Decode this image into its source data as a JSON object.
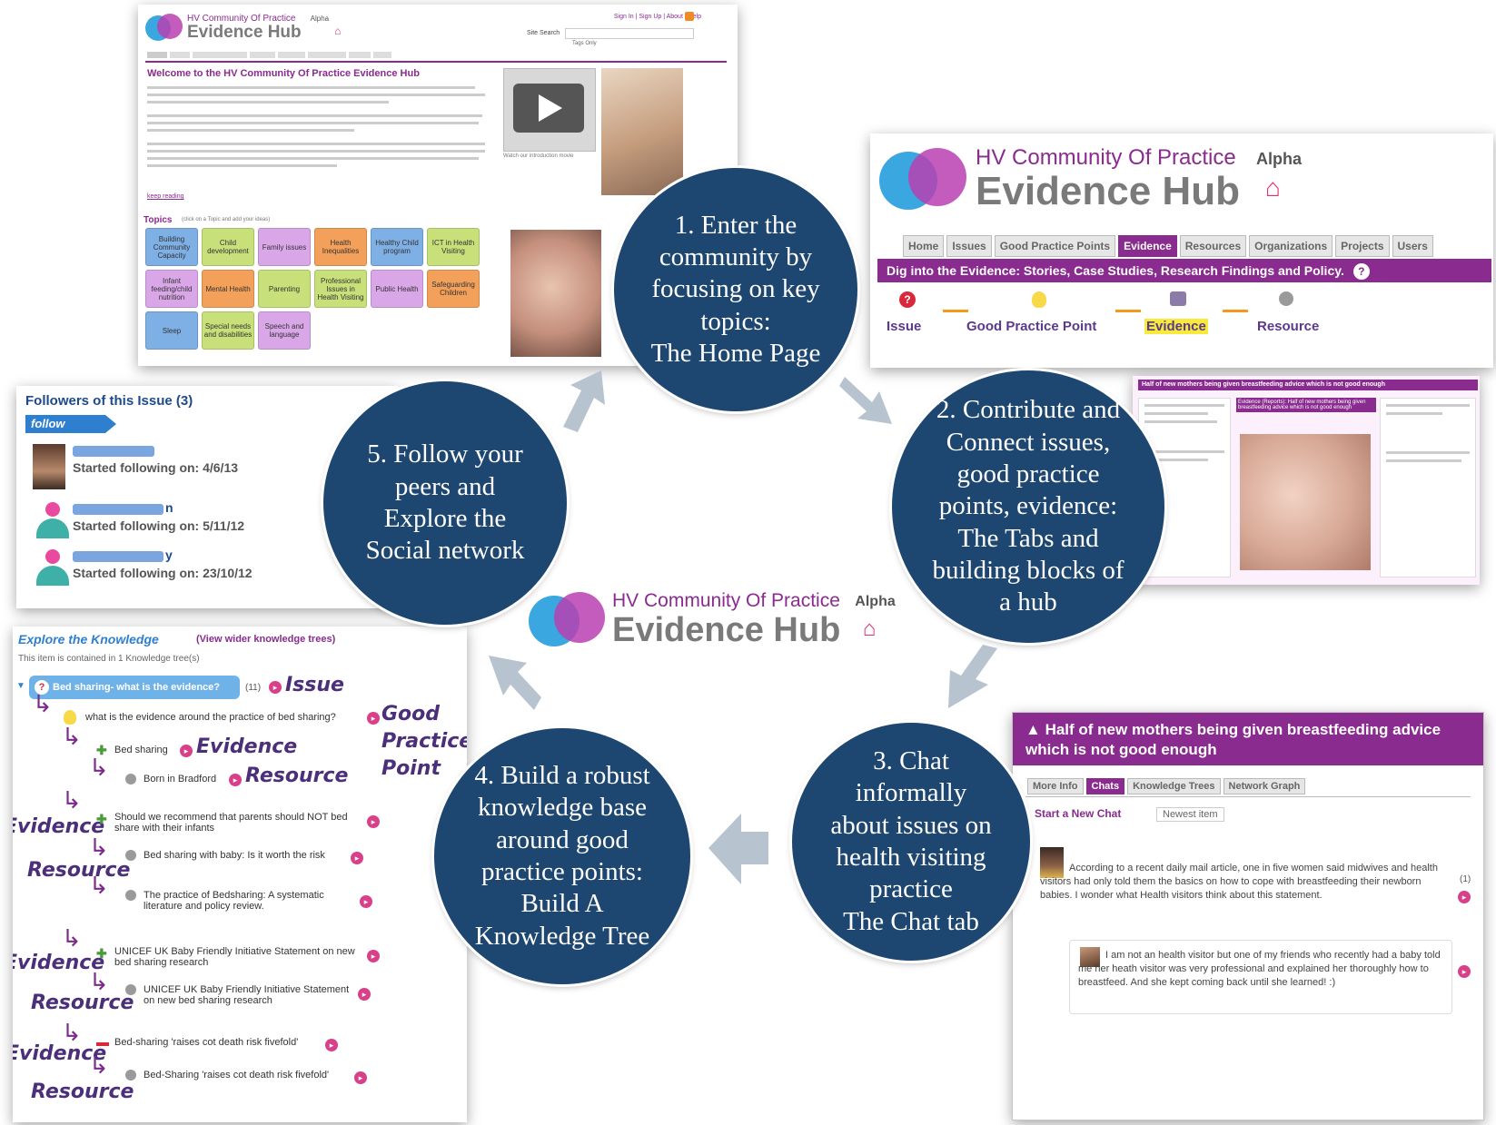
{
  "logo": {
    "community": "HV Community Of Practice",
    "hub": "Evidence Hub",
    "alpha": "Alpha"
  },
  "home_page": {
    "top_links": "Sign In | Sign Up | About | Help",
    "site_search": "Site Search",
    "tags_only": "Tags Only",
    "welcome_title": "Welcome to the HV Community Of Practice Evidence Hub",
    "keep_reading": "keep reading",
    "video_caption": "Watch our introduction movie",
    "topics_label": "Topics",
    "topics_hint": "(click on a Topic and add your ideas)",
    "topics": [
      {
        "label": "Building Community Capacity",
        "color": "#7eb0e6"
      },
      {
        "label": "Child development",
        "color": "#c7e07a"
      },
      {
        "label": "Family issues",
        "color": "#d9a7e8"
      },
      {
        "label": "Health Inequalities",
        "color": "#f3a15a"
      },
      {
        "label": "Healthy Child program",
        "color": "#7eb0e6"
      },
      {
        "label": "ICT in Health Visiting",
        "color": "#c7e07a"
      },
      {
        "label": "Infant feeding/child nutrition",
        "color": "#d9a7e8"
      },
      {
        "label": "Mental Health",
        "color": "#f3a15a"
      },
      {
        "label": "Parenting",
        "color": "#c7e07a"
      },
      {
        "label": "Professional Issues in Health Visiting",
        "color": "#c7e07a"
      },
      {
        "label": "Public Health",
        "color": "#d9a7e8"
      },
      {
        "label": "Safeguarding Children",
        "color": "#f3a15a"
      },
      {
        "label": "Sleep",
        "color": "#7eb0e6"
      },
      {
        "label": "Special needs and disabilities",
        "color": "#c7e07a"
      },
      {
        "label": "Speech and language",
        "color": "#d9a7e8"
      }
    ]
  },
  "tabs_panel": {
    "tabs": [
      "Home",
      "Issues",
      "Good Practice Points",
      "Evidence",
      "Resources",
      "Organizations",
      "Projects",
      "Users"
    ],
    "banner": "Dig into the Evidence: Stories, Case Studies, Research Findings and Policy.",
    "help": "?",
    "flow": [
      "Issue",
      "Good Practice Point",
      "Evidence",
      "Resource"
    ]
  },
  "followers": {
    "title": "Followers of this Issue (3)",
    "follow_button": "follow",
    "items": [
      {
        "name_suffix": "",
        "started": "Started following on: 4/6/13"
      },
      {
        "name_suffix": "n",
        "started": "Started following on: 5/11/12"
      },
      {
        "name_suffix": "y",
        "started": "Started following on: 23/10/12"
      }
    ]
  },
  "knowledge": {
    "title": "Explore the Knowledge",
    "wider": "(View wider knowledge trees)",
    "contained": "This item is contained in 1 Knowledge tree(s)",
    "root": "Bed sharing- what is the evidence?",
    "root_count": "(11)",
    "issue_label": "Issue",
    "gpp_question": "what is the evidence around the practice of bed sharing?",
    "gpp_label_1": "Good",
    "gpp_label_2": "Practice",
    "gpp_label_3": "Point",
    "evidence_label": "Evidence",
    "resource_label": "Resource",
    "items": [
      "Bed sharing",
      "Born in Bradford",
      "Should we recommend that parents should NOT bed share with their infants",
      "Bed sharing with baby: Is it worth the risk",
      "The practice of Bedsharing: A systematic literature and policy review.",
      "UNICEF UK Baby Friendly Initiative Statement on new bed sharing research",
      "UNICEF UK Baby Friendly Initiative Statement on new bed sharing research",
      "Bed-sharing 'raises cot death risk fivefold'",
      "Bed-Sharing 'raises cot death risk fivefold'"
    ]
  },
  "chat": {
    "title": "Half of new mothers being given breastfeeding advice which is not good enough",
    "tabs": [
      "More Info",
      "Chats",
      "Knowledge Trees",
      "Network Graph"
    ],
    "start_chat": "Start a New Chat",
    "newest": "Newest item",
    "msg1": "According to a recent daily mail article, one in five women said midwives and health visitors had only told them the basics on how to cope with breastfeeding their newborn babies. I wonder what Health visitors think about this statement.",
    "count": "(1)",
    "msg2": "I am not an health visitor but one of my friends who recently had a baby told me her heath visitor was very professional and explained her thoroughly how to breastfeed. And she kept coming back until she learned! :)"
  },
  "evidence_mini": {
    "title": "Half of new mothers being given breastfeeding advice which is not good enough",
    "detail": "Evidence (Reports): Half of new mothers being given breastfeeding advice which is not good enough"
  },
  "steps": [
    "1. Enter the\ncommunity by\nfocusing on key\ntopics:\nThe Home Page",
    "2. Contribute and\nConnect issues,\ngood practice\npoints, evidence:\nThe Tabs and\nbuilding blocks of\na hub",
    "3. Chat\ninformally\nabout issues on\nhealth visiting\npractice\nThe Chat tab",
    "4. Build a robust\nknowledge base\naround good\npractice points:\nBuild A\nKnowledge Tree",
    "5. Follow your\npeers and\nExplore the\nSocial network"
  ],
  "colors": {
    "circle": "#1d4670",
    "purple": "#8a2b8f",
    "arrow": "#b8c3d0"
  }
}
